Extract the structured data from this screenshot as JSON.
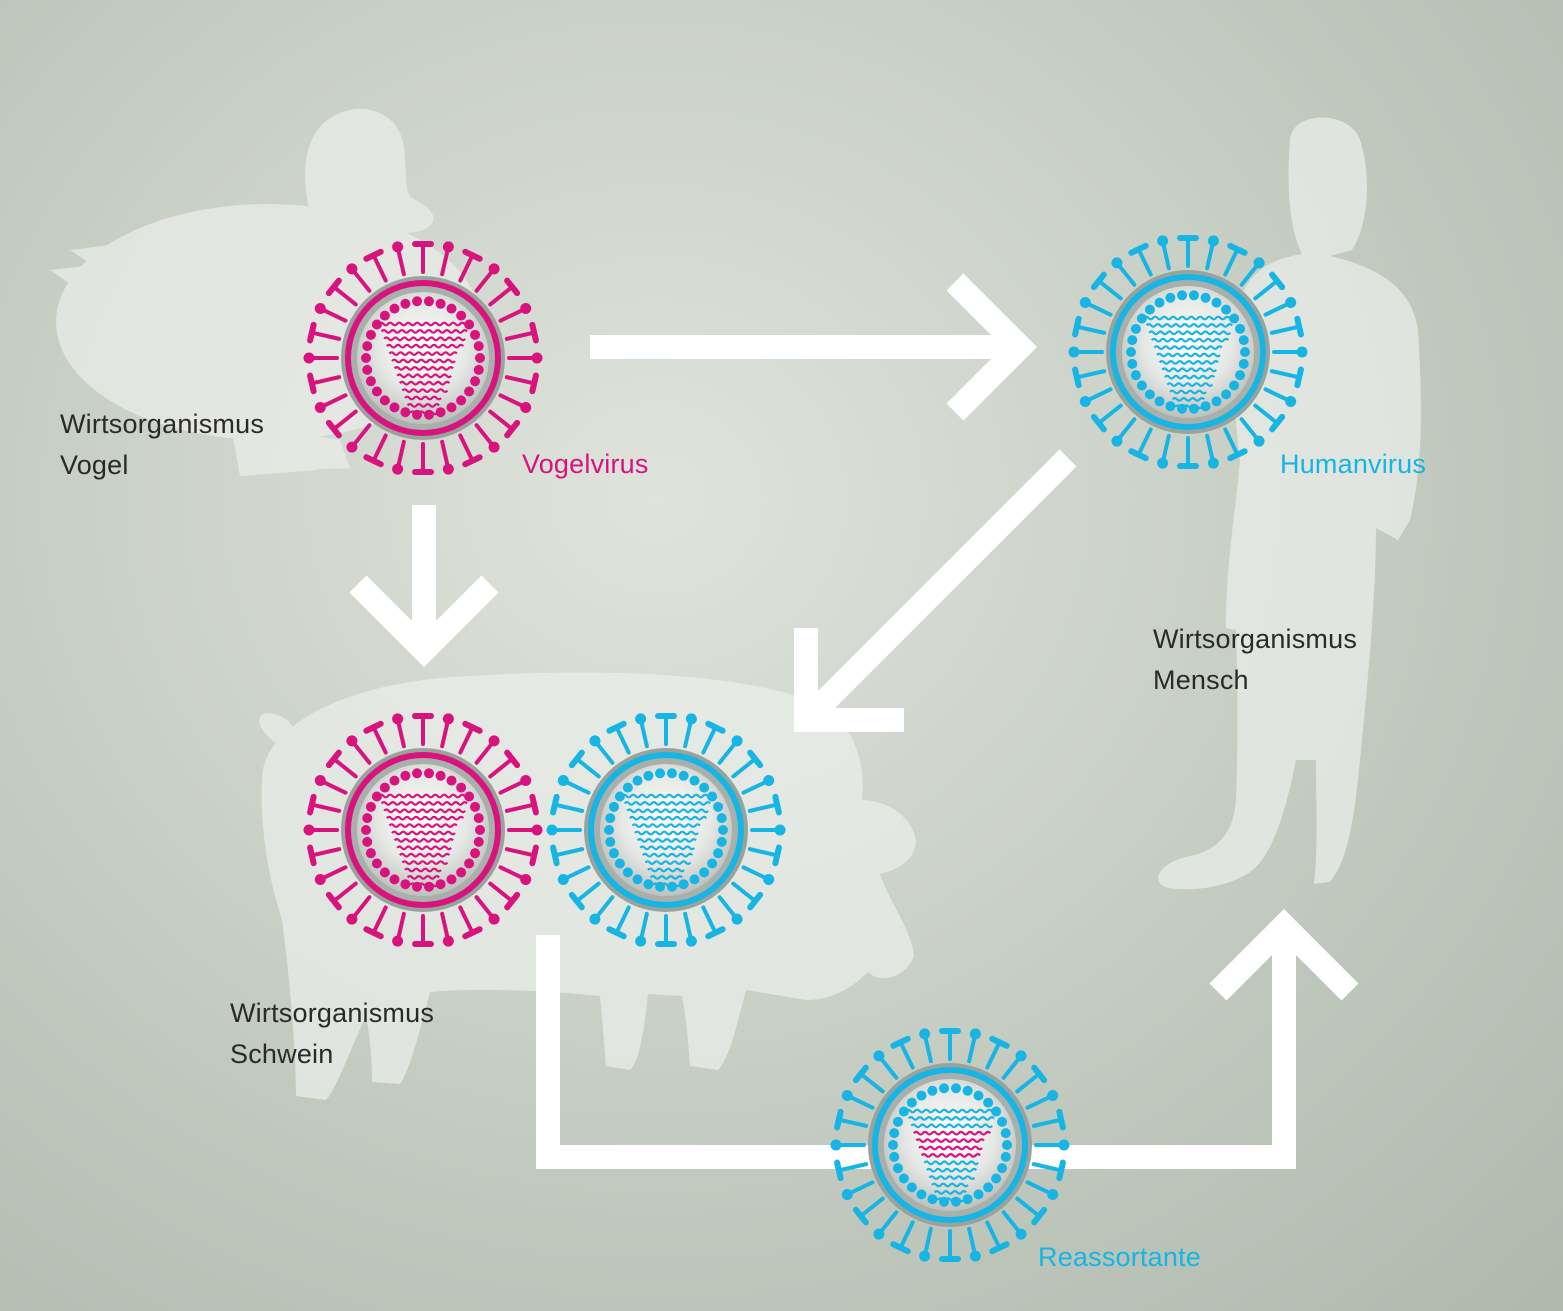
{
  "hosts": {
    "bird": {
      "line1": "Wirtsorganismus",
      "line2": "Vogel"
    },
    "human": {
      "line1": "Wirtsorganismus",
      "line2": "Mensch"
    },
    "pig": {
      "line1": "Wirtsorganismus",
      "line2": "Schwein"
    }
  },
  "viruses": {
    "bird_virus": "Vogelvirus",
    "human_virus": "Humanvirus",
    "reassortant": "Reassortante"
  },
  "colors": {
    "magenta": "#d9137e",
    "cyan": "#17b5e3",
    "silhouette": "#eceeea",
    "arrow": "#ffffff"
  },
  "icons": [
    "duck-silhouette",
    "human-silhouette",
    "pig-silhouette",
    "virus-icon",
    "arrow-icon"
  ]
}
